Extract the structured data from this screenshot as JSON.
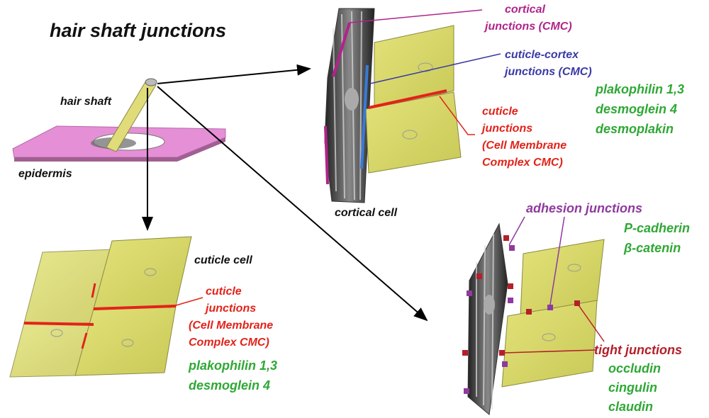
{
  "title": "hair shaft junctions",
  "labels": {
    "hair_shaft": "hair shaft",
    "epidermis": "epidermis",
    "cortical_cell": "cortical cell",
    "cuticle_cell": "cuticle cell"
  },
  "cortical_panel": {
    "cortical_junctions": [
      "cortical",
      "junctions (CMC)"
    ],
    "cuticle_cortex_junctions": [
      "cuticle-cortex",
      "junctions (CMC)"
    ],
    "cuticle_junctions": [
      "cuticle",
      "junctions",
      "(Cell Membrane",
      "Complex CMC)"
    ],
    "proteins": [
      "plakophilin 1,3",
      "desmoglein 4",
      "desmoplakin"
    ]
  },
  "cuticle_panel": {
    "cuticle_junctions": [
      "cuticle",
      "junctions",
      "(Cell Membrane",
      "Complex CMC)"
    ],
    "proteins": [
      "plakophilin 1,3",
      "desmoglein 4"
    ]
  },
  "adhesion_panel": {
    "adhesion_junctions": "adhesion junctions",
    "adhesion_proteins": [
      "P-cadherin",
      "β-catenin"
    ],
    "tight_junctions": "tight junctions",
    "tight_proteins": [
      "occludin",
      "cingulin",
      "claudin"
    ]
  },
  "colors": {
    "cell_fill": "#d9d96a",
    "cuticle_red": "#e2231a",
    "cortical_magenta": "#b0248a",
    "cortex_blue": "#3a3aa6",
    "protein_green": "#2fa835",
    "adhesion_purple": "#8e3a9e",
    "tight_darkred": "#b4202a",
    "epidermis_pink": "#e58fd6"
  }
}
